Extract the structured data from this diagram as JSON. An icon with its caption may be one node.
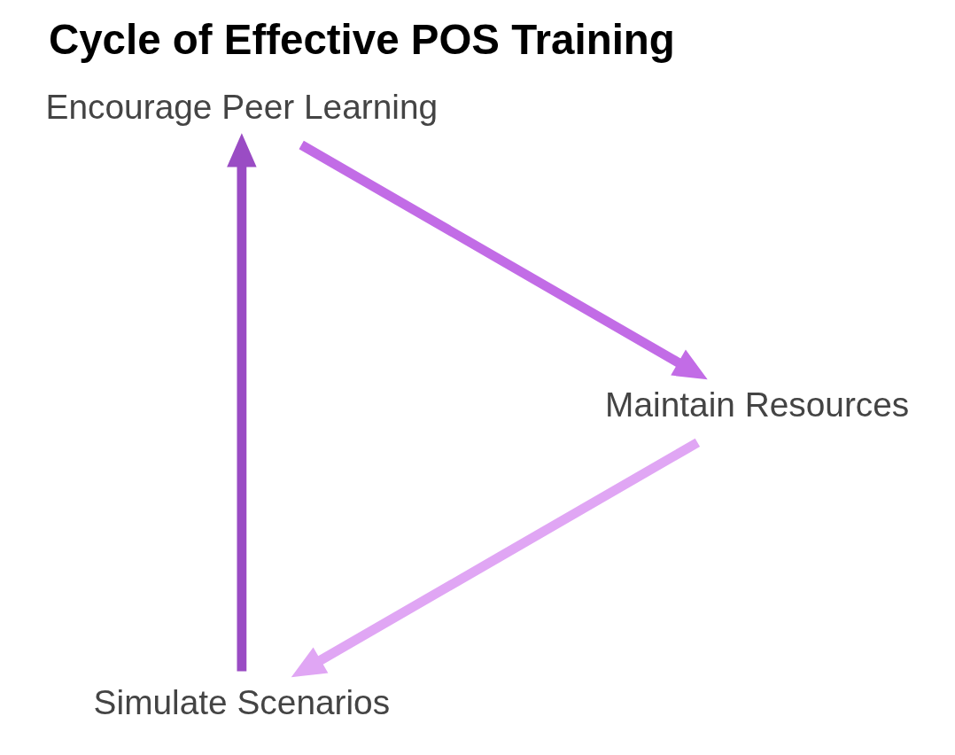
{
  "diagram": {
    "title": "Cycle of Effective POS Training",
    "nodes": [
      {
        "text": [
          "Simulate Scenarios"
        ]
      },
      {
        "text": [
          "Encourage Peer Learning"
        ]
      },
      {
        "text": [
          "Maintain Resources"
        ]
      }
    ],
    "edges": [
      {
        "from": 0,
        "to": 1,
        "arrow": "to",
        "color": "#9a4cc4"
      },
      {
        "from": 1,
        "to": 2,
        "arrow": "to",
        "color": "#c26ce6"
      },
      {
        "from": 2,
        "to": 0,
        "arrow": "to",
        "color": "#e0a6f4"
      }
    ]
  }
}
